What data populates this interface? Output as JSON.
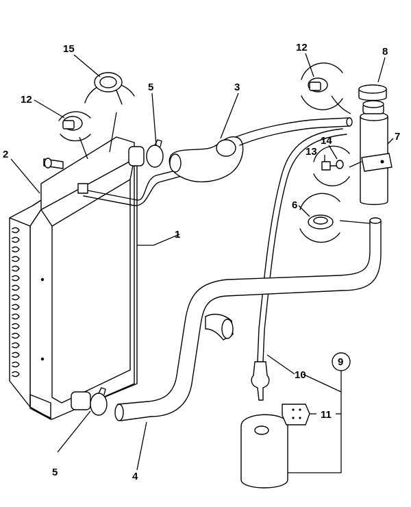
{
  "callouts": {
    "c1": "1",
    "c2": "2",
    "c3": "3",
    "c4": "4",
    "c5a": "5",
    "c5b": "5",
    "c6": "6",
    "c7": "7",
    "c8": "8",
    "c9": "9",
    "c10": "10",
    "c11": "11",
    "c12a": "12",
    "c12b": "12",
    "c13": "13",
    "c14": "14",
    "c15": "15"
  }
}
